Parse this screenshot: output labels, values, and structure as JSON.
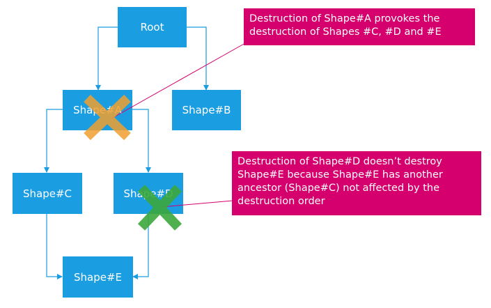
{
  "nodes": {
    "root": "Root",
    "shape_a": "Shape#A",
    "shape_b": "Shape#B",
    "shape_c": "Shape#C",
    "shape_d": "Shape#D",
    "shape_e": "Shape#E"
  },
  "callouts": {
    "callout_a": [
      "Destruction of Shape#A provokes the",
      "destruction of Shapes #C, #D and #E"
    ],
    "callout_d": [
      "Destruction of Shape#D doesn’t destroy",
      "Shape#E because Shape#E has another",
      "ancestor (Shape#C) not affected by the",
      "destruction order"
    ]
  },
  "colors": {
    "node_fill": "#1b9de2",
    "callout_fill": "#d5006d",
    "arrow": "#1b9de2",
    "cross_a": "#f0a030",
    "cross_d": "#3ca83c",
    "leader_line": "#d5006d"
  },
  "icons": {
    "cross_on_shape_a": "cross-mark-icon",
    "cross_on_shape_d": "cross-mark-icon"
  }
}
